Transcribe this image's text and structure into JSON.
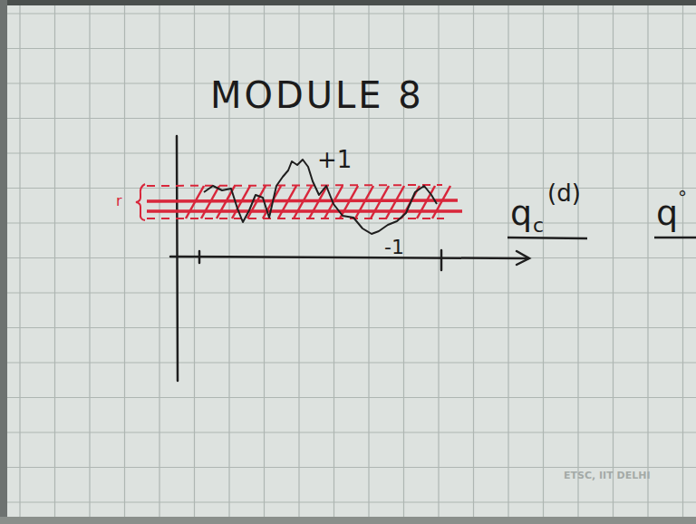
{
  "diagram": {
    "title": "MODULE 8",
    "labels": [
      "r",
      "+1",
      "-1",
      "q",
      "c",
      "(d)",
      "q",
      "°",
      "ETSC, IIT DELHI"
    ]
  }
}
